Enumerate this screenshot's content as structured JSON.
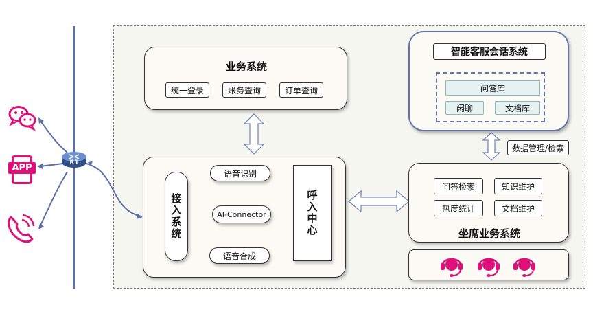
{
  "business": {
    "title": "业务系统",
    "items": [
      "统一登录",
      "账务查询",
      "订单查询"
    ]
  },
  "chatbot": {
    "title": "智能客服会话系统",
    "qa_lib": "问答库",
    "chat": "闲聊",
    "doc_lib": "文档库"
  },
  "data_mgmt": "数据管理/检索",
  "access": "接入系统",
  "asr": "语音识别",
  "connector": "AI-Connector",
  "tts": "语音合成",
  "call_center": "呼入中心",
  "agent": {
    "title": "坐席业务系统",
    "items": [
      "问答检索",
      "知识维护",
      "热度统计",
      "文档维护"
    ]
  },
  "router_label": "R1",
  "app_label": "APP",
  "colors": {
    "channel": "#e0107a",
    "network": "#5b6fa8",
    "arrow_fill": "#ffffff",
    "arrow_stroke": "#7a8ab8"
  },
  "icons": [
    "wechat-icon",
    "app-icon",
    "phone-icon",
    "router-icon",
    "agent-headset-icon"
  ]
}
